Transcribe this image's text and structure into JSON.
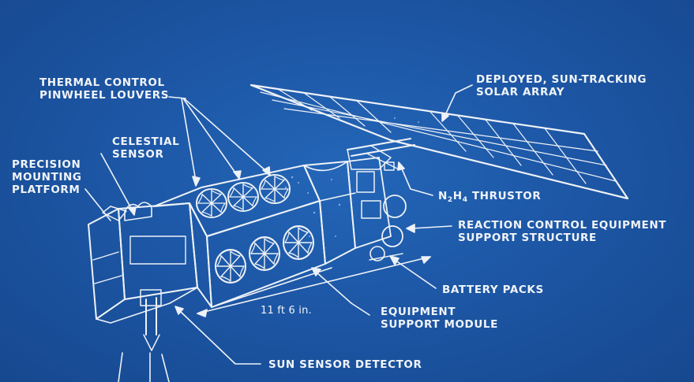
{
  "labels": {
    "thermal_control": "THERMAL CONTROL\nPINWHEEL LOUVERS",
    "celestial_sensor": "CELESTIAL\nSENSOR",
    "precision_mounting": "PRECISION\nMOUNTING\nPLATFORM",
    "solar_array": "DEPLOYED, SUN-TRACKING\nSOLAR ARRAY",
    "thrustor": {
      "n": "N",
      "n_sub": "2",
      "h": "H",
      "h_sub": "4",
      "rest": " THRUSTOR"
    },
    "reaction_control": "REACTION CONTROL EQUIPMENT\nSUPPORT STRUCTURE",
    "battery_packs": "BATTERY PACKS",
    "equipment_module": "EQUIPMENT\nSUPPORT MODULE",
    "length_dimension": "11 ft 6 in.",
    "sun_sensor": "SUN SENSOR DETECTOR"
  },
  "colors": {
    "background": "#1d57a6",
    "line": "#eef2f7"
  }
}
